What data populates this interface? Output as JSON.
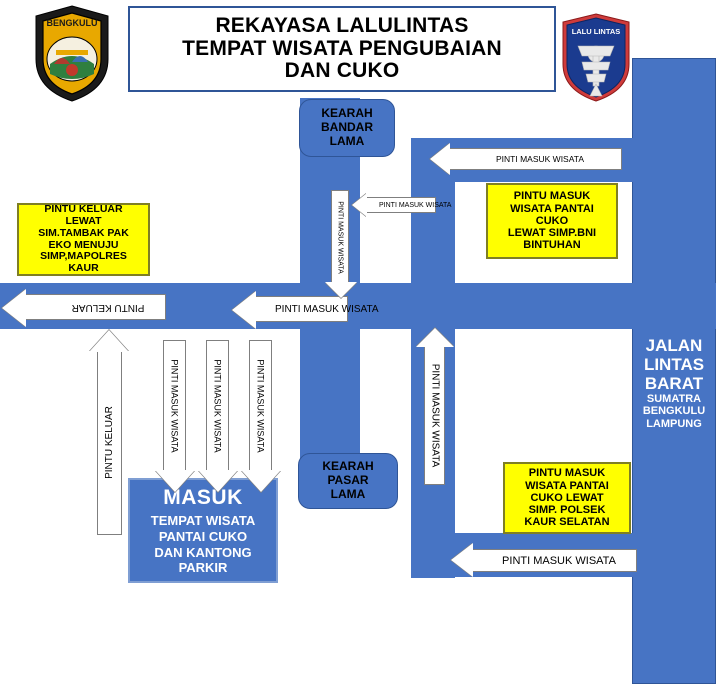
{
  "header": {
    "title_lines": [
      "REKAYASA LALULINTAS",
      "TEMPAT WISATA PENGUBAIAN",
      "DAN CUKO"
    ],
    "left_emblem_label": "BENGKULU",
    "right_emblem_label": "LALU LINTAS"
  },
  "signs": {
    "exit_left": {
      "lines": [
        "PINTU KELUAR",
        "LEWAT",
        "SIM.TAMBAK PAK",
        "EKO MENUJU",
        "SIMP,MAPOLRES",
        "KAUR"
      ],
      "fill": "#ffff00"
    },
    "entry_top_right": {
      "lines": [
        "PINTU  MASUK",
        "WISATA PANTAI",
        "CUKO",
        "LEWAT SIMP.BNI",
        "BINTUHAN"
      ],
      "fill": "#ffff00"
    },
    "entry_bottom_right": {
      "lines": [
        "PINTU  MASUK",
        "WISATA PANTAI",
        "CUKO LEWAT",
        "SIMP. POLSEK",
        "KAUR SELATAN"
      ],
      "fill": "#ffff00"
    },
    "kearah_bandar_lama": {
      "lines": [
        "KEARAH",
        "BANDAR",
        "LAMA"
      ],
      "fill": "#4774c4"
    },
    "kearah_pasar_lama": {
      "lines": [
        "KEARAH",
        "PASAR",
        "LAMA"
      ],
      "fill": "#4774c4"
    },
    "masuk": {
      "heading": "MASUK",
      "lines": [
        "TEMPAT WISATA",
        "PANTAI CUKO",
        "DAN KANTONG",
        "PARKIR"
      ],
      "fill": "#4774c4"
    },
    "jalan_lintas_barat": {
      "big_lines": [
        "JALAN",
        "LINTAS",
        "BARAT"
      ],
      "small_lines": [
        "SUMATRA",
        "BENGKULU",
        "LAMPUNG"
      ]
    }
  },
  "arrows": {
    "exit_main": {
      "label": "PINTU KELUAR",
      "direction": "left"
    },
    "entry_mid_left": {
      "label": "PINTI MASUK WISATA",
      "direction": "left"
    },
    "entry_top_small": {
      "label": "PINTI MASUK WISATA",
      "direction": "left"
    },
    "entry_top_long": {
      "label": "PINTI MASUK WISATA",
      "direction": "left"
    },
    "entry_bottom_long": {
      "label": "PINTI MASUK WISATA",
      "direction": "left"
    },
    "exit_vertical": {
      "label": "PINTU KELUAR",
      "direction": "up"
    },
    "entry_down_1": {
      "label": "PINTI MASUK WISATA",
      "direction": "down"
    },
    "entry_down_2": {
      "label": "PINTI MASUK WISATA",
      "direction": "down"
    },
    "entry_down_3": {
      "label": "PINTI MASUK WISATA",
      "direction": "down"
    },
    "entry_center_down": {
      "label": "PINTI MASUK WISATA",
      "direction": "down"
    },
    "entry_right_up": {
      "label": "PINTI MASUK WISATA",
      "direction": "up"
    }
  },
  "colors": {
    "road": "#4774c4",
    "road_border": "#2f5597",
    "sign_yellow": "#ffff00",
    "sign_yellow_border": "#7f7f23",
    "page_background": "#ffffff"
  }
}
